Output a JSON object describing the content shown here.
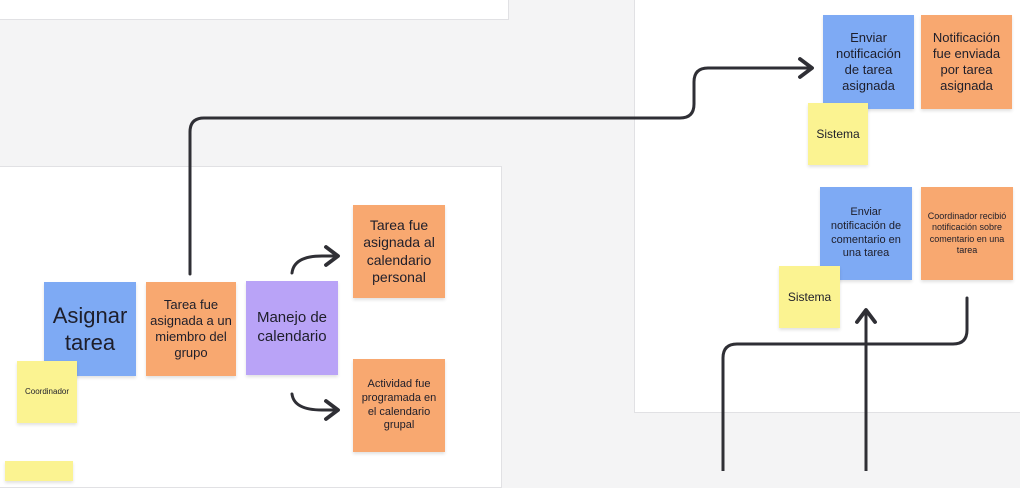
{
  "colors": {
    "canvas": "#f4f4f5",
    "frame": "#ffffff",
    "blue": "#7eaaf4",
    "orange": "#f8a870",
    "purple": "#b9a3f7",
    "yellow": "#fbf391",
    "connector": "#2f2f35"
  },
  "notes": {
    "asignar_tarea": "Asignar tarea",
    "coordinador": "Coordinador",
    "tarea_asignada_miembro": "Tarea fue asignada a un miembro del grupo",
    "manejo_calendario": "Manejo de calendario",
    "tarea_calendario_personal": "Tarea fue asignada al calendario personal",
    "actividad_calendario_grupal": "Actividad fue programada en el calendario grupal",
    "enviar_notif_tarea": "Enviar notificación de tarea asignada",
    "notif_enviada": "Notificación fue enviada por tarea asignada",
    "sistema_1": "Sistema",
    "enviar_notif_comentario": "Enviar notificación de comentario en una tarea",
    "coordinador_recibio": "Coordinador recibió notificación sobre comentario en una tarea",
    "sistema_2": "Sistema"
  }
}
